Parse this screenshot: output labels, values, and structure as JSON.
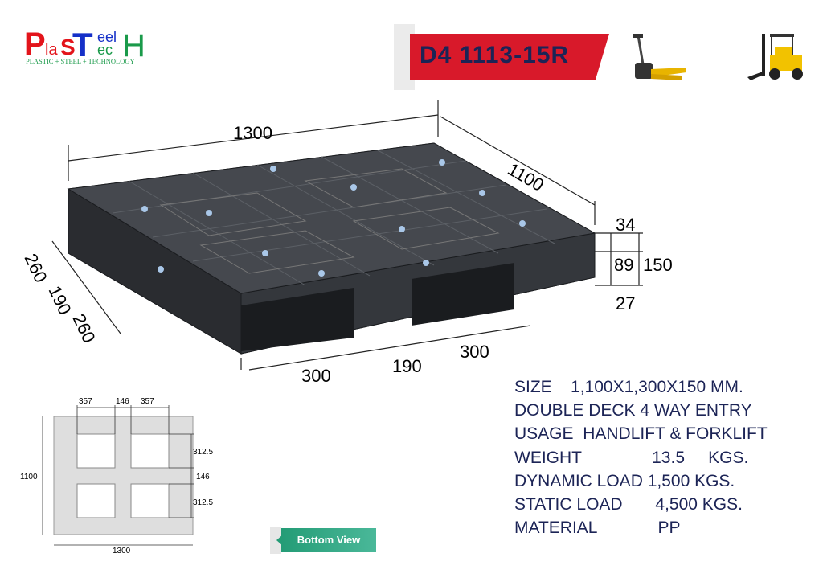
{
  "logo": {
    "text": "PlasSteel TecH",
    "tagline": "PLASTIC + STEEL + TECHNOLOGY"
  },
  "title": "D4 1113-15R",
  "icons": [
    "handlift-icon",
    "forklift-icon"
  ],
  "dimensions": {
    "length": "1300",
    "width": "1100",
    "top_deck": "34",
    "middle": "89",
    "total_height": "150",
    "bottom_deck": "27",
    "side_a": "260",
    "side_b": "190",
    "side_c": "260",
    "front_a": "300",
    "front_b": "190",
    "front_c": "300"
  },
  "bottom_view": {
    "label": "Bottom View",
    "top_dims": [
      "357",
      "146",
      "357"
    ],
    "right_dims": [
      "312.5",
      "146",
      "312.5"
    ],
    "height": "1100",
    "width": "1300"
  },
  "specs": [
    "SIZE    1,100X1,300X150 MM.",
    "DOUBLE DECK 4 WAY ENTRY",
    "USAGE  HANDLIFT & FORKLIFT",
    "WEIGHT               13.5     KGS.",
    "DYNAMIC LOAD 1,500 KGS.",
    "STATIC LOAD       4,500 KGS.",
    "MATERIAL             PP"
  ],
  "colors": {
    "red": "#d8192a",
    "navy": "#1c2456",
    "green": "#249c76",
    "pallet": "#3a3d42"
  }
}
